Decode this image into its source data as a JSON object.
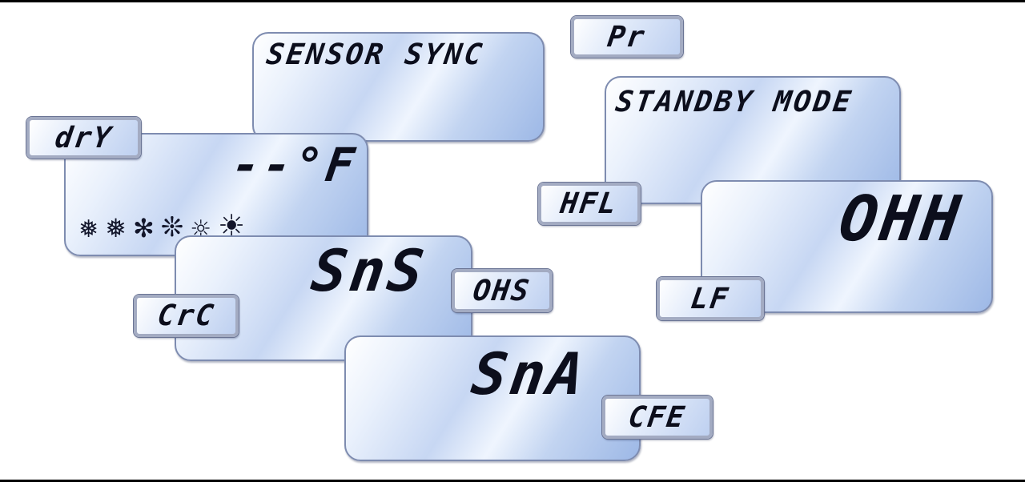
{
  "colors": {
    "lcd_light": "#eef4fd",
    "lcd_blue": "#b9cdee",
    "segment": "#0c0e1c",
    "border": "#7e8cb0"
  },
  "display": {
    "sensor_sync": {
      "label": "SENSOR SYNC"
    },
    "standby_mode": {
      "label": "STANDBY MODE"
    },
    "pr_tag": {
      "label": "Pr"
    },
    "dry_tag": {
      "label": "drY"
    },
    "hfl_tag": {
      "label": "HFL"
    },
    "ohs_tag": {
      "label": "OHS"
    },
    "lf_tag": {
      "label": "LF"
    },
    "crc_tag": {
      "label": "CrC"
    },
    "cfe_tag": {
      "label": "CFE"
    },
    "temp_panel": {
      "reading": "--°F",
      "icons": [
        {
          "name": "snowflake-swirl-icon",
          "glyph": "❅"
        },
        {
          "name": "snowflake-swirl-icon",
          "glyph": "❅"
        },
        {
          "name": "snowflake-swirl-icon",
          "glyph": "✻"
        },
        {
          "name": "snowflake-dense-icon",
          "glyph": "❊"
        },
        {
          "name": "sun-small-icon",
          "glyph": "☼"
        },
        {
          "name": "sun-large-icon",
          "glyph": "☀"
        }
      ]
    },
    "ohh_panel": {
      "reading": "OHH"
    },
    "sns_panel": {
      "reading": "SnS"
    },
    "sna_panel": {
      "reading": "SnA"
    }
  }
}
